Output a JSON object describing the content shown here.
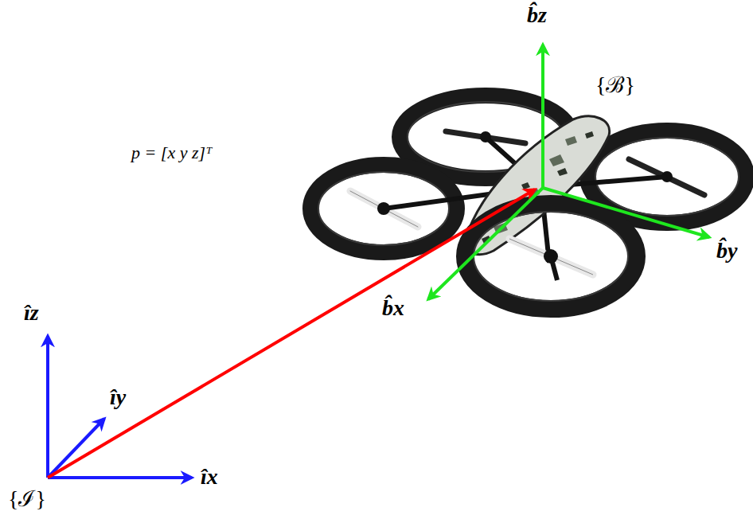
{
  "diagram": {
    "labels": [
      "b̂z",
      "{ℬ}",
      "b̂y",
      "îz",
      "p = [x y z]ᵀ",
      "îy",
      "b̂x",
      "îx",
      "{ℐ}"
    ]
  }
}
